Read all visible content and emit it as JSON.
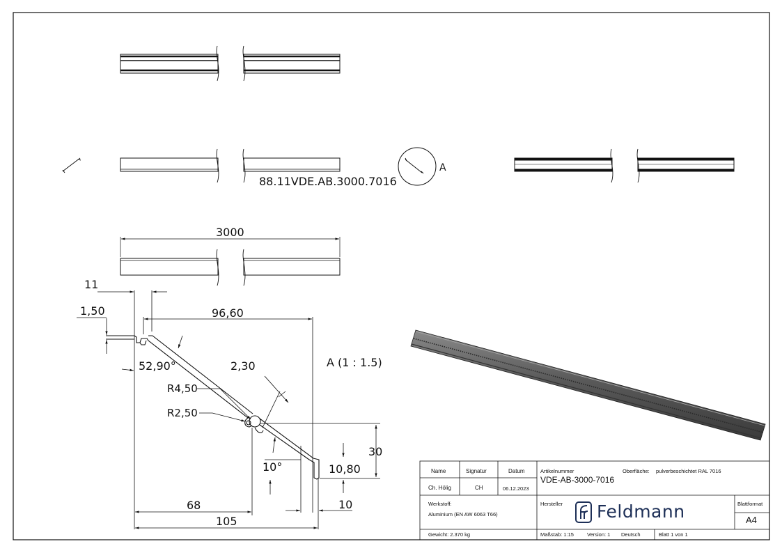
{
  "drawing": {
    "part_label": "88.11VDE.AB.3000.7016",
    "detail_callout": "A",
    "detail_title": "A (1 : 1.5)",
    "dimensions": {
      "overall_length": "3000",
      "dim_11": "11",
      "dim_1_50": "1,50",
      "dim_96_60": "96,60",
      "angle_52_90": "52,90°",
      "dim_2_30": "2,30",
      "radius_4_50": "R4,50",
      "radius_2_50": "R2,50",
      "dim_30": "30",
      "angle_10": "10°",
      "dim_10_80": "10,80",
      "dim_68": "68",
      "dim_10": "10",
      "dim_105": "105"
    }
  },
  "title_block": {
    "headers": {
      "name": "Name",
      "signature": "Signatur",
      "date": "Datum"
    },
    "values": {
      "name": "Ch. Hölig",
      "signature": "CH",
      "date": "06.12.2023"
    },
    "article_number_label": "Artikelnummer",
    "article_number": "VDE-AB-3000-7016",
    "surface_label": "Oberfläche:",
    "surface_value": "pulverbeschichtet RAL 7016",
    "material_label": "Werkstoff:",
    "material_value": "Aluminium (EN AW 6063 T66)",
    "manufacturer_label": "Hersteller",
    "manufacturer": "Feldmann",
    "format_label": "Blattformat",
    "format_value": "A4",
    "weight": "Gewicht: 2.370 kg",
    "scale": "Maßstab: 1:15",
    "version": "Version: 1",
    "language": "Deutsch",
    "sheet": "Blatt 1 von 1"
  },
  "colors": {
    "line": "#111111",
    "bar_dark": "#4a4a4a",
    "bar_mid": "#6a6a6a",
    "logo": "#1d2f57"
  }
}
